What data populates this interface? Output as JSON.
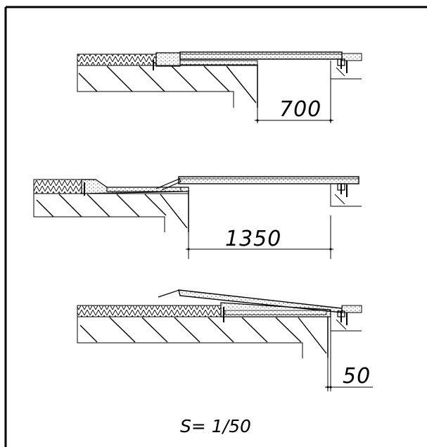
{
  "drawing": {
    "scale_label": "S= 1/50",
    "line_color": "#000000",
    "background": "#ffffff",
    "details": [
      {
        "id": "detail-1",
        "dimension": "700"
      },
      {
        "id": "detail-2",
        "dimension": "1350"
      },
      {
        "id": "detail-3",
        "dimension": "50"
      }
    ]
  }
}
